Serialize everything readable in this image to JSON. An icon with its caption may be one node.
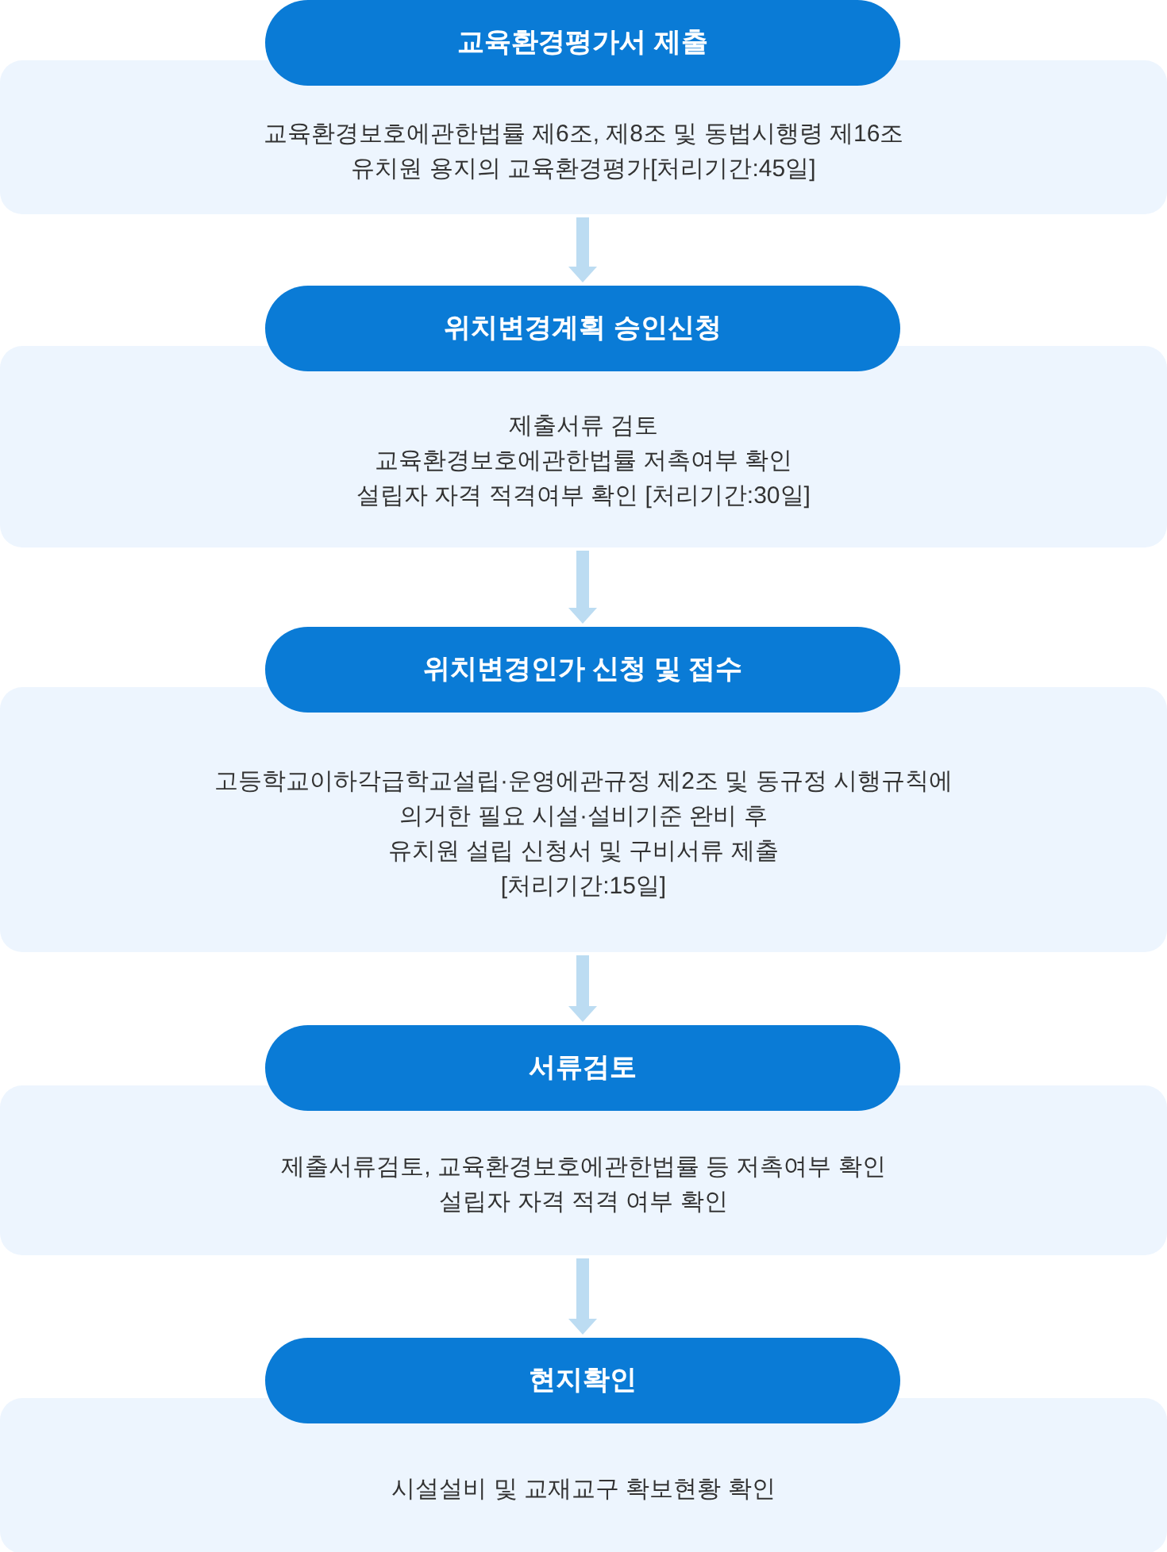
{
  "diagram": {
    "nodes": [
      {
        "text": [
          "교육환경평가서 제출"
        ]
      },
      {
        "text": [
          "교육환경보호에관한법률 제6조, 제8조 및 동법시행령 제16조",
          "유치원 용지의 교육환경평가[처리기간:45일]"
        ]
      },
      {
        "text": [
          "위치변경계획 승인신청"
        ]
      },
      {
        "text": [
          "제출서류 검토",
          "교육환경보호에관한법률 저촉여부 확인",
          "설립자 자격 적격여부 확인 [처리기간:30일]"
        ]
      },
      {
        "text": [
          "위치변경인가 신청 및 접수"
        ]
      },
      {
        "text": [
          "고등학교이하각급학교설립·운영에관규정 제2조 및 동규정 시행규칙에",
          "의거한 필요 시설·설비기준 완비 후",
          "유치원 설립 신청서 및 구비서류 제출",
          "[처리기간:15일]"
        ]
      },
      {
        "text": [
          "서류검토"
        ]
      },
      {
        "text": [
          "제출서류검토, 교육환경보호에관한법률 등 저촉여부 확인",
          "설립자 자격 적격 여부 확인"
        ]
      },
      {
        "text": [
          "현지확인"
        ]
      },
      {
        "text": [
          "시설설비 및 교재교구 확보현황 확인"
        ]
      }
    ],
    "edges": [
      {
        "from": 1,
        "to": 2,
        "arrow": "to"
      },
      {
        "from": 3,
        "to": 4,
        "arrow": "to"
      },
      {
        "from": 5,
        "to": 6,
        "arrow": "to"
      },
      {
        "from": 7,
        "to": 8,
        "arrow": "to"
      }
    ]
  }
}
